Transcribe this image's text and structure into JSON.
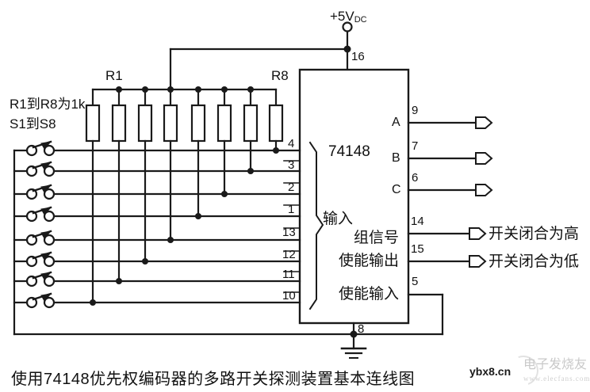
{
  "diagram": {
    "title_caption": "使用74148优先权编码器的多路开关探测装置基本连线图",
    "ic": {
      "name": "74148",
      "input_group_label": "输入",
      "vcc_pin": "16",
      "gnd_pin": "8"
    },
    "supply": {
      "label": "+5V",
      "subscript": "DC"
    },
    "notes": {
      "resistors": "R1到R8为1k",
      "switches": "S1到S8"
    },
    "resistor_refs": {
      "first": "R1",
      "last": "R8"
    },
    "input_pins": [
      "4",
      "3",
      "2",
      "1",
      "13",
      "12",
      "11",
      "10"
    ],
    "outputs": [
      {
        "letter": "A",
        "pin": "9",
        "text": ""
      },
      {
        "letter": "B",
        "pin": "7",
        "text": ""
      },
      {
        "letter": "C",
        "pin": "6",
        "text": ""
      }
    ],
    "signals": [
      {
        "name": "组信号",
        "pin": "14",
        "text": "开关闭合为高"
      },
      {
        "name": "使能输出",
        "pin": "15",
        "text": "开关闭合为低"
      },
      {
        "name": "使能输入",
        "pin": "5",
        "text": ""
      }
    ],
    "watermark": {
      "text": "ybx8.cn",
      "logo": "电子发烧友",
      "url": "www.elecfans.com"
    },
    "colors": {
      "line": "#1a1a1a",
      "background": "#ffffff",
      "text": "#111111"
    }
  }
}
